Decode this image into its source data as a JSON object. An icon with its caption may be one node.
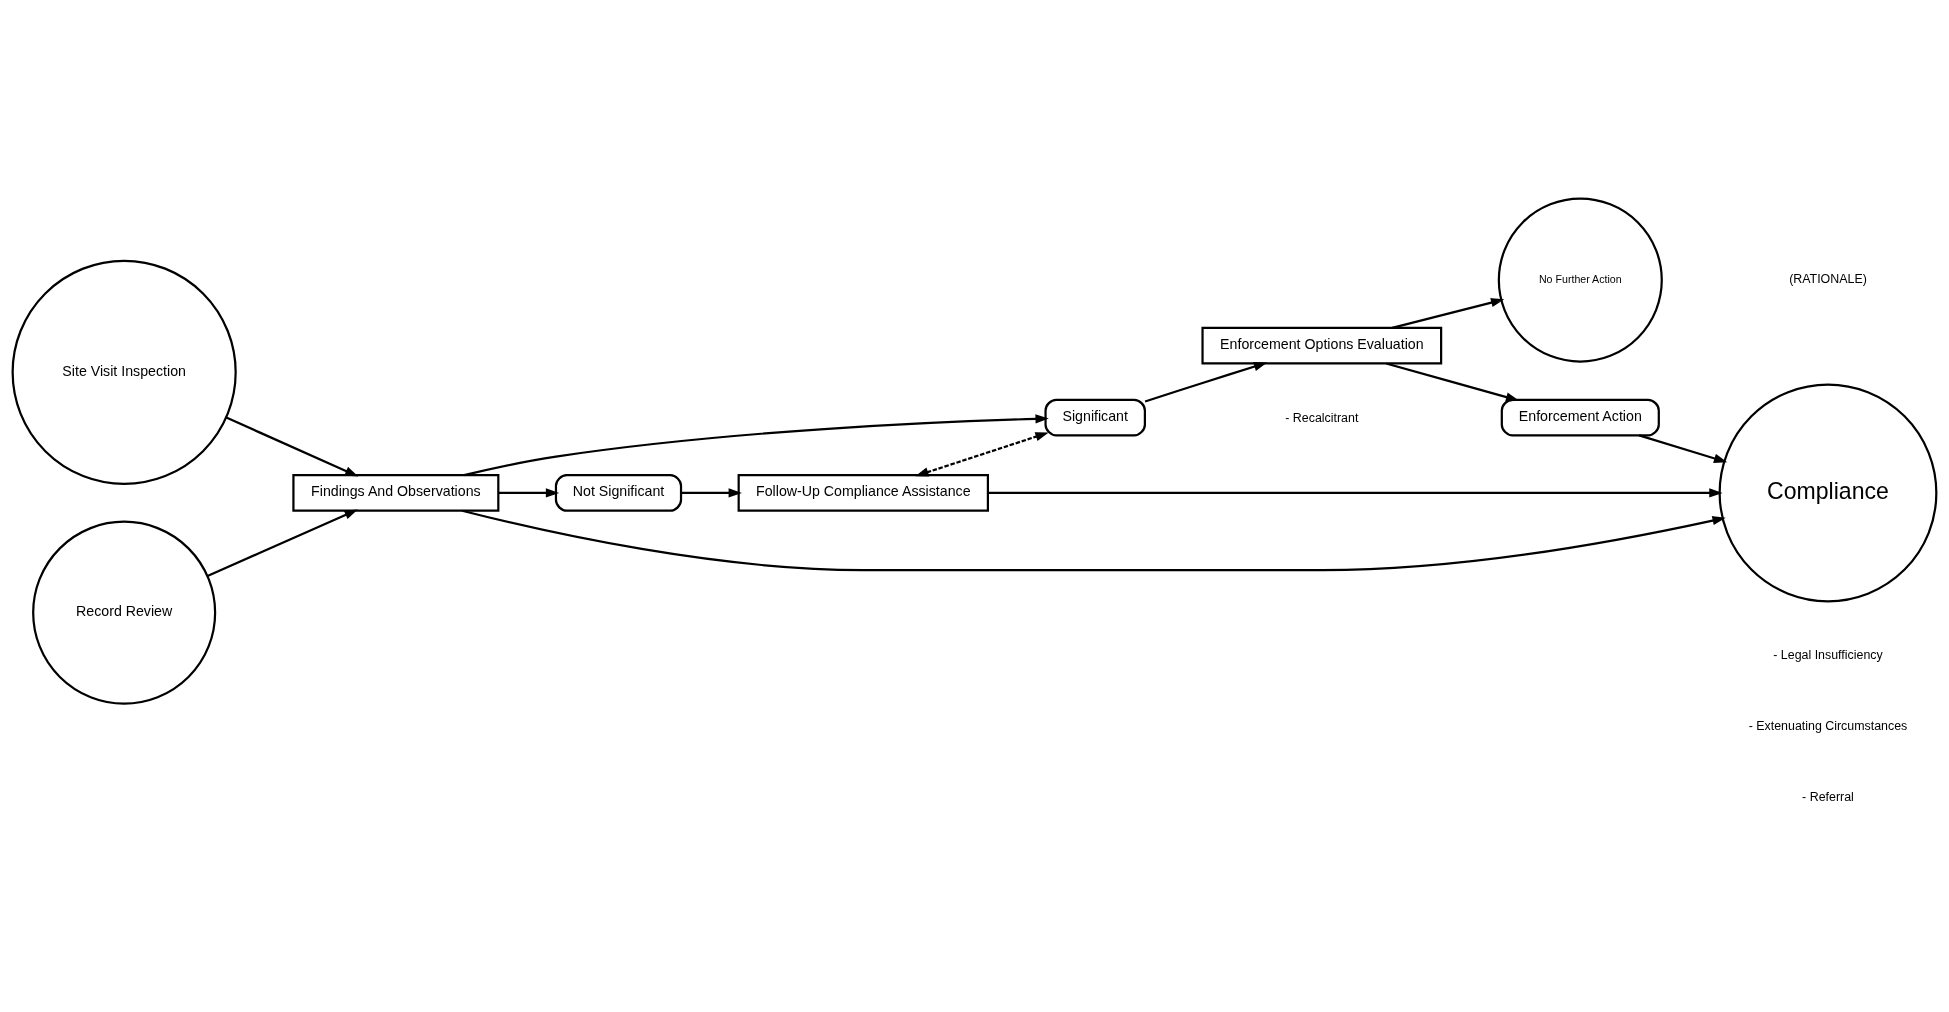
{
  "diagram": {
    "nodes": [
      {
        "text": [
          "Site Visit Inspection"
        ]
      },
      {
        "text": [
          "Record Review"
        ]
      },
      {
        "text": [
          "Findings And Observations"
        ]
      },
      {
        "text": [
          "Significant"
        ]
      },
      {
        "text": [
          "Not Significant"
        ]
      },
      {
        "text": [
          "Compliance"
        ]
      },
      {
        "text": [
          "Follow-Up Compliance Assistance"
        ]
      },
      {
        "text": [
          "Enforcement Options Evaluation"
        ]
      },
      {
        "text": [
          "Enforcement Action"
        ]
      },
      {
        "text": [
          "No Further Action"
        ]
      }
    ],
    "edges": [
      {
        "from": 0,
        "to": 2,
        "arrow": "to"
      },
      {
        "from": 1,
        "to": 2,
        "arrow": "to"
      },
      {
        "from": 2,
        "to": 3,
        "arrow": "to"
      },
      {
        "from": 2,
        "to": 4,
        "arrow": "to"
      },
      {
        "from": 2,
        "to": 5,
        "arrow": "to"
      },
      {
        "from": 3,
        "to": 7,
        "arrow": "to"
      },
      {
        "from": 7,
        "to": 8,
        "arrow": "to"
      },
      {
        "from": 7,
        "to": 9,
        "arrow": "to"
      },
      {
        "from": 4,
        "to": 6,
        "arrow": "to"
      },
      {
        "from": 6,
        "to": 5,
        "arrow": "to"
      },
      {
        "from": 6,
        "to": 3,
        "arrow": "both",
        "style": "dashed"
      },
      {
        "from": 8,
        "to": 5,
        "arrow": "to"
      }
    ],
    "labels": [
      "- Recalcitrant",
      "(RATIONALE)",
      "- Legal Insufficiency",
      "- Extenuating Circumstances",
      "- Referral"
    ]
  }
}
